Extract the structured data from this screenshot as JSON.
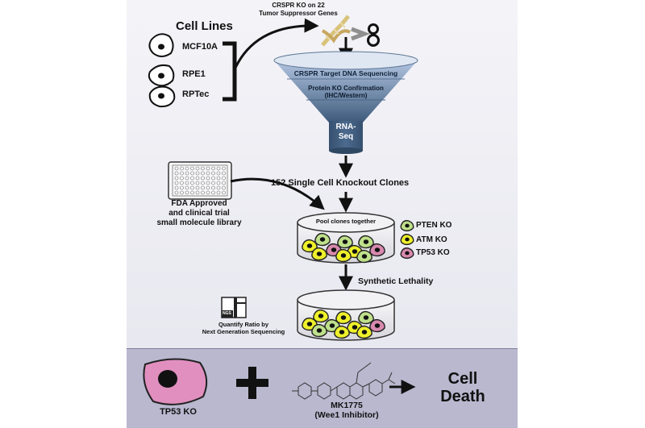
{
  "cell_lines": {
    "title": "Cell Lines",
    "items": [
      "MCF10A",
      "RPE1",
      "RPTec"
    ]
  },
  "crispr": {
    "line1": "CRSPR KO on 22",
    "line2": "Tumor Suppressor Genes"
  },
  "funnel": {
    "layer1": "CRSPR Target DNA Sequencing",
    "layer2_line1": "Protein KO Confirmation",
    "layer2_line2": "(IHC/Western)",
    "stem_line1": "RNA-",
    "stem_line2": "Seq"
  },
  "clones_text": "152 Single Cell Knockout Clones",
  "library": {
    "line1": "FDA Approved",
    "line2": "and clinical trial",
    "line3": "small molecule library"
  },
  "pool_text": "Pool clones together",
  "legend": [
    {
      "label": "PTEN KO",
      "color": "#bfe08a"
    },
    {
      "label": "ATM KO",
      "color": "#eef02a"
    },
    {
      "label": "TP53 KO",
      "color": "#d889ae"
    }
  ],
  "synthetic_text": "Synthetic Lethality",
  "ngs": {
    "tag": "NGS",
    "line1": "Quantify Ratio by",
    "line2": "Next Generation Sequencing"
  },
  "bottom": {
    "cell_label": "TP53 KO",
    "drug_name": "MK1775",
    "drug_desc": "(Wee1 Inhibitor)",
    "result_line1": "Cell",
    "result_line2": "Death"
  },
  "colors": {
    "funnel_top": "#a7bddc",
    "funnel_bottom": "#3e5c7e",
    "tp53_cell": "#e18fbf",
    "bottom_band": "#b9b8cf"
  }
}
